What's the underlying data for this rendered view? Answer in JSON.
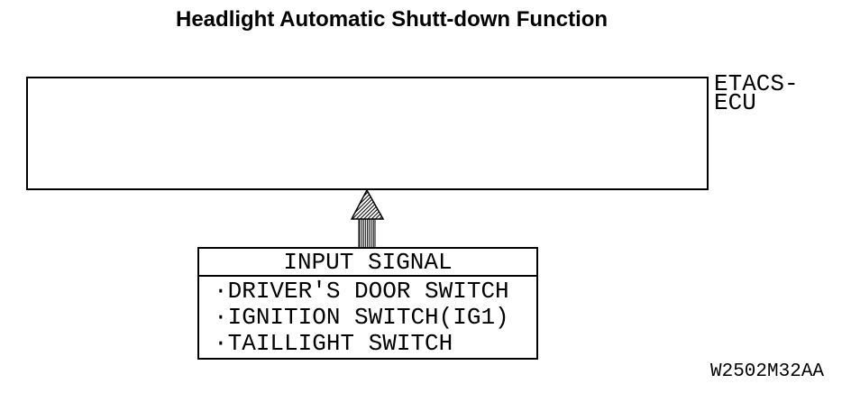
{
  "title": "Headlight Automatic Shutt-down Function",
  "ecu": {
    "label_line1": "ETACS-",
    "label_line2": "ECU"
  },
  "input_signal": {
    "header": "INPUT SIGNAL",
    "bullet": "·",
    "items": [
      "DRIVER'S DOOR SWITCH",
      "IGNITION SWITCH(IG1)",
      "TAILLIGHT SWITCH"
    ]
  },
  "figure_code": "W2502M32AA",
  "icons": {
    "up_arrow": "hatched-up-arrow"
  },
  "colors": {
    "line": "#000000",
    "background": "#ffffff",
    "text": "#000000"
  }
}
